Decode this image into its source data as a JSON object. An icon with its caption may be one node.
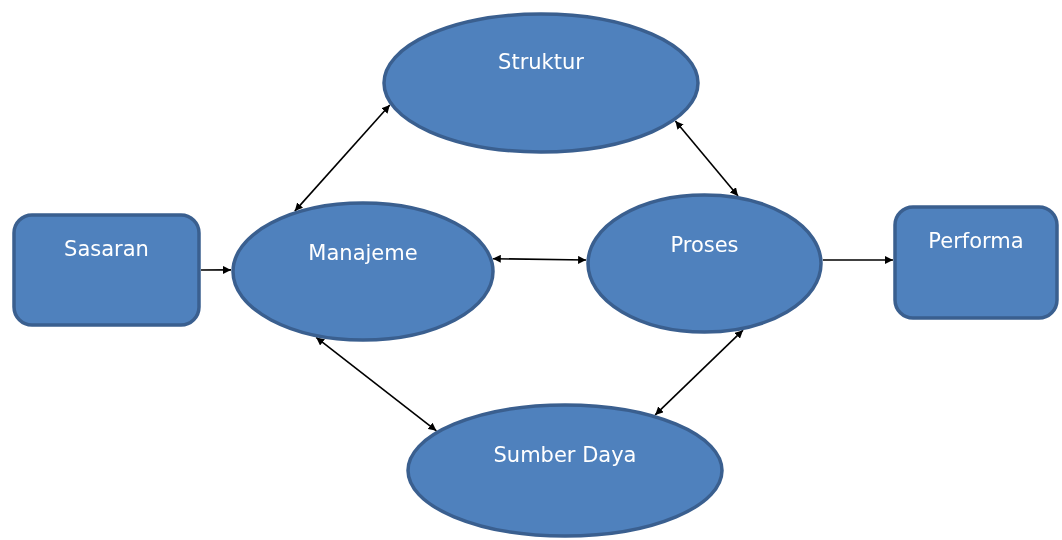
{
  "diagram": {
    "nodes": [
      {
        "text": [
          "Struktur"
        ]
      },
      {
        "text": [
          "Sasaran"
        ]
      },
      {
        "text": [
          "Manajeme"
        ]
      },
      {
        "text": [
          "Proses"
        ]
      },
      {
        "text": [
          "Performa"
        ]
      },
      {
        "text": [
          "Sumber Daya"
        ]
      }
    ],
    "edges": [
      {
        "from": 1,
        "to": 2,
        "arrow": "to"
      },
      {
        "from": 2,
        "to": 0,
        "arrow": "both"
      },
      {
        "from": 0,
        "to": 3,
        "arrow": "both"
      },
      {
        "from": 2,
        "to": 3,
        "arrow": "both"
      },
      {
        "from": 3,
        "to": 4,
        "arrow": "to"
      },
      {
        "from": 2,
        "to": 5,
        "arrow": "both"
      },
      {
        "from": 3,
        "to": 5,
        "arrow": "both"
      }
    ]
  }
}
